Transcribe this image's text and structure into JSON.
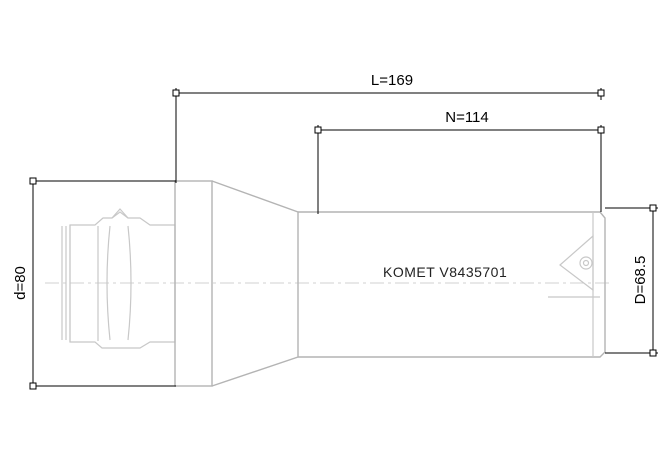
{
  "dimensions": {
    "overall_length": "L=169",
    "working_length": "N=114",
    "shank_diameter": "d=80",
    "cutting_diameter": "D=68.5"
  },
  "tool_marking": "KOMET V8435701",
  "colors": {
    "dimension_lines": "#000000",
    "part_outline": "#c0c0c0"
  }
}
